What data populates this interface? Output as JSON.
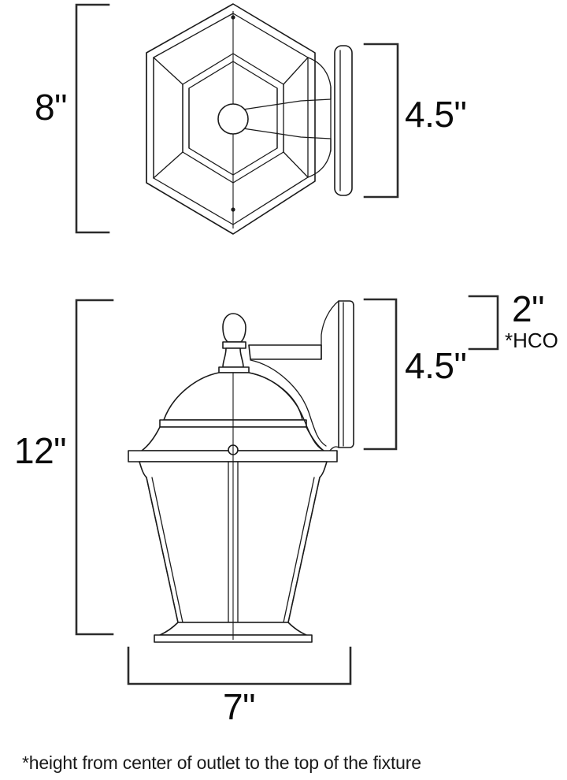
{
  "document": {
    "type": "product-dimension-drawing",
    "subject": "outdoor wall lantern",
    "views": [
      {
        "name": "top-view",
        "label": ""
      },
      {
        "name": "side-view",
        "label": ""
      }
    ]
  },
  "dimensions": {
    "top_view_height": "8\"",
    "top_view_depth": "4.5\"",
    "side_view_height": "12\"",
    "side_view_depth": "4.5\"",
    "outlet_height": "2\"",
    "outlet_height_note": "*HCO",
    "side_view_width": "7\""
  },
  "footnote": {
    "text": "*height from center of outlet to the top of the fixture"
  },
  "colors": {
    "line": "#1a1a1a",
    "dimension_line": "#2b2b2b",
    "text": "#0b0b0b",
    "background": "#ffffff"
  }
}
